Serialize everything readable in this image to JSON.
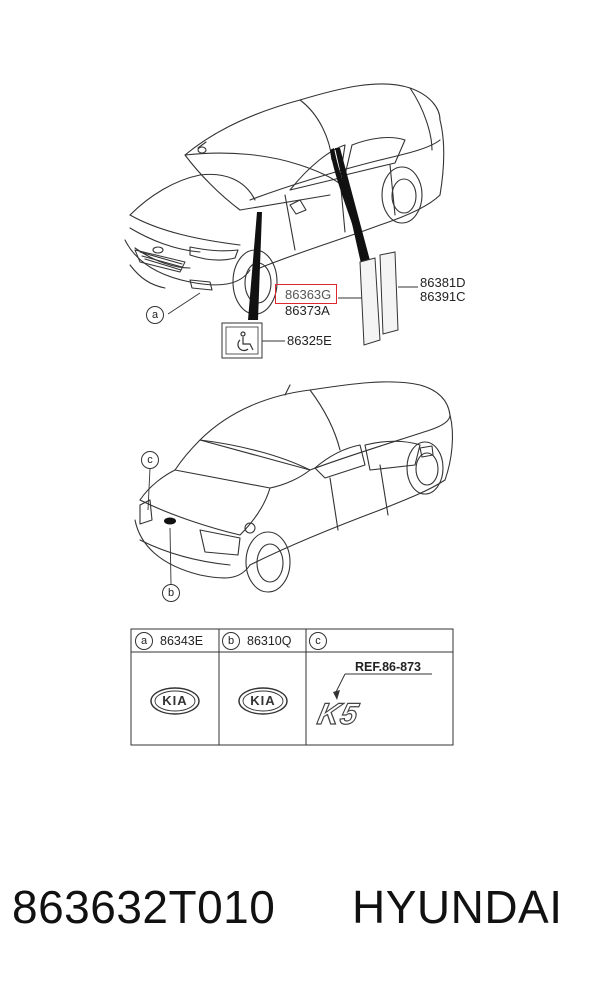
{
  "top_view": {
    "labels": {
      "part_86363G": "86363G",
      "part_86373A": "86373A",
      "part_86381D": "86381D",
      "part_86391C": "86391C",
      "part_86325E": "86325E"
    },
    "callout_a": "a"
  },
  "rear_view": {
    "callout_c": "c",
    "callout_b": "b"
  },
  "legend_table": {
    "columns": [
      {
        "callout": "a",
        "part": "86343E",
        "emblem": "KIA"
      },
      {
        "callout": "b",
        "part": "86310Q",
        "emblem": "KIA"
      },
      {
        "callout": "c",
        "part": "",
        "ref": "REF.86-873",
        "emblem": "K5"
      }
    ]
  },
  "footer": {
    "part_number": "863632T010",
    "brand": "HYUNDAI"
  },
  "colors": {
    "line": "#333333",
    "highlight": "#e0262e",
    "fill_light": "#f4f4f4"
  }
}
